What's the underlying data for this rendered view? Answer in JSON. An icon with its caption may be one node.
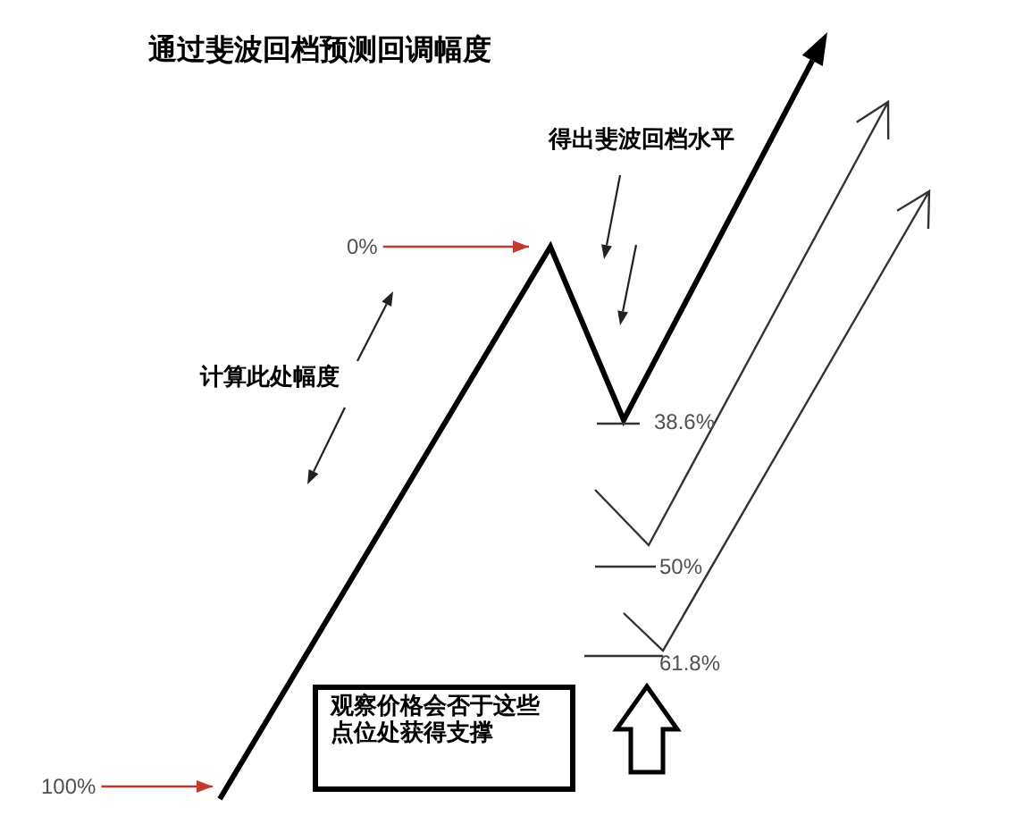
{
  "diagram": {
    "title": "通过斐波回档预测回调幅度",
    "nodes": [
      {
        "text": [
          "0%"
        ]
      },
      {
        "text": [
          "观察价格会否于这些点位处获得支撑"
        ]
      },
      {
        "text": [
          "100%"
        ]
      }
    ],
    "edges": [
      {
        "from": 0,
        "to": null,
        "arrow": "to",
        "color": "#c0392b"
      },
      {
        "from": 2,
        "to": null,
        "arrow": "to",
        "color": "#c0392b"
      }
    ],
    "labels": [
      "得出斐波回档水平",
      "计算此处幅度",
      "38.6%",
      "50%",
      "61.8%"
    ]
  }
}
